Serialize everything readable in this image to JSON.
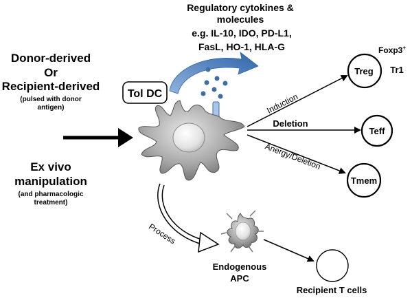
{
  "source": {
    "origin_line1": "Donor-derived",
    "origin_line2": "Or",
    "origin_line3": "Recipient-derived",
    "origin_note_line1": "(pulsed with donor",
    "origin_note_line2": "antigen)",
    "manip_line1": "Ex vivo",
    "manip_line2": "manipulation",
    "manip_note_line1": "(and pharmacologic",
    "manip_note_line2": "treatment)"
  },
  "cytokines": {
    "title_line1": "Regulatory cytokines &",
    "title_line2": "molecules",
    "list_line1": "e.g. IL-10, IDO, PD-L1,",
    "list_line2": "FasL, HO-1, HLA-G"
  },
  "tol_dc": {
    "label": "Tol DC"
  },
  "pathways": {
    "induction": "Induction",
    "deletion": "Deletion",
    "anergy": "Anergy/Deletion",
    "process": "Process"
  },
  "targets": {
    "treg": "Treg",
    "foxp3": "Foxp3",
    "foxp3_sup": "+",
    "tr1": "Tr1",
    "teff": "Teff",
    "tmem": "Tmem",
    "recipient_t": "Recipient T cells"
  },
  "apc": {
    "line1": "Endogenous",
    "line2": "APC"
  },
  "colors": {
    "accent_arrow": "#3a6fb0",
    "dot": "#3f6f9f",
    "cell_gray": "#9a9a9a"
  }
}
